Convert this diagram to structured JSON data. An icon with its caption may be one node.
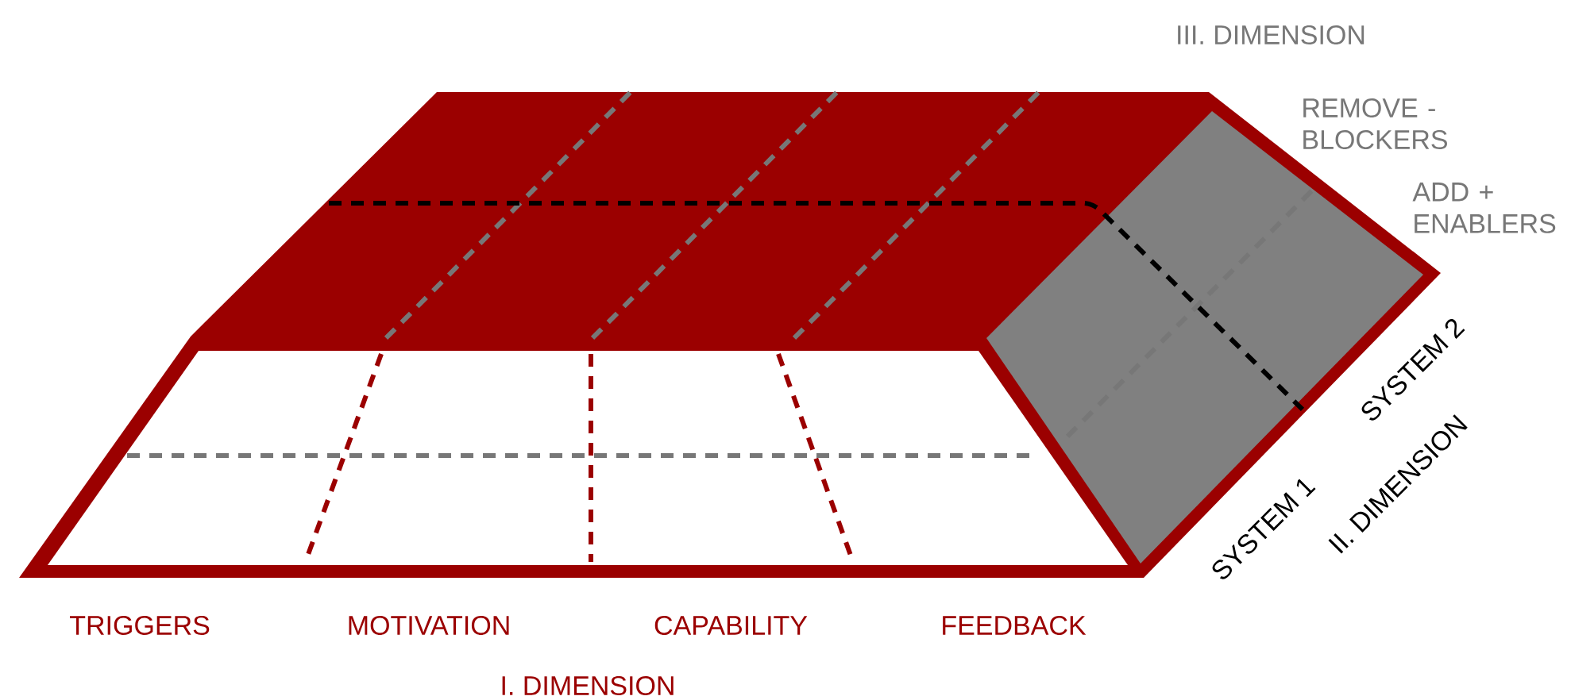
{
  "diagram": {
    "labels": [
      "III. DIMENSION",
      "REMOVE - BLOCKERS",
      "ADD + ENABLERS",
      "SYSTEM 2",
      "SYSTEM 1",
      "II. DIMENSION",
      "TRIGGERS",
      "MOTIVATION",
      "CAPABILITY",
      "FEEDBACK",
      "I. DIMENSION"
    ]
  }
}
